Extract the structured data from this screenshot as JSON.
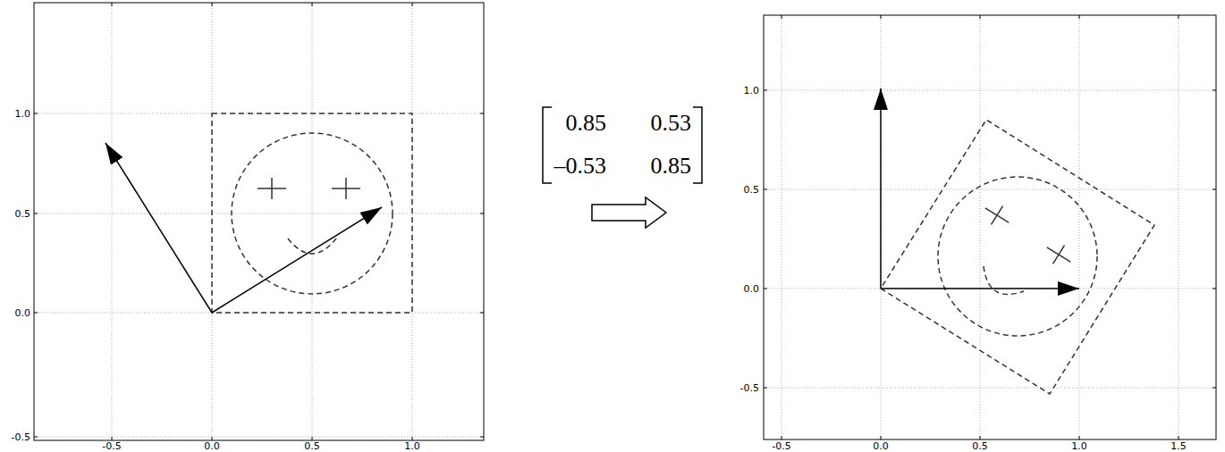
{
  "diagram": {
    "labels": [
      "1.0",
      "0.5",
      "0.0",
      "-0.5",
      "-0.5",
      "0.0",
      "0.5",
      "1.0",
      "0.85",
      "0.53",
      "–0.53",
      "0.85",
      "1.0",
      "0.5",
      "0.0",
      "-0.5",
      "-0.5",
      "0.0",
      "0.5",
      "1.0",
      "1.5"
    ]
  }
}
